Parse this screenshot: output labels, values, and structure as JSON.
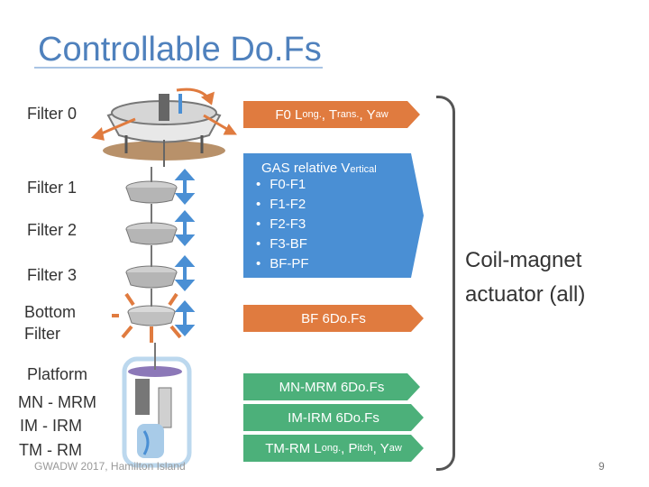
{
  "title": "Controllable Do.Fs",
  "labels": {
    "filter0": "Filter 0",
    "filter1": "Filter 1",
    "filter2": "Filter 2",
    "filter3": "Filter 3",
    "bottom1": "Bottom",
    "bottom2": "Filter",
    "platform": "Platform",
    "mn": "MN - MRM",
    "im": "IM - IRM",
    "tm": "TM - RM"
  },
  "arrows": {
    "f0": {
      "a": "F0 L",
      "a_sm": "ong.",
      "b": ", T",
      "b_sm": "rans.",
      "c": ", Y",
      "c_sm": "aw"
    },
    "gas_title": {
      "a": "GAS relative V",
      "a_sm": "ertical"
    },
    "gas_items": [
      "F0-F1",
      "F1-F2",
      "F2-F3",
      "F3-BF",
      "BF-PF"
    ],
    "bf": "BF 6Do.Fs",
    "mn": "MN-MRM 6Do.Fs",
    "im": "IM-IRM 6Do.Fs",
    "tm": {
      "a": "TM-RM L",
      "a_sm": "ong.",
      "b": ", P",
      "b_sm": "itch",
      "c": ", Y",
      "c_sm": "aw"
    }
  },
  "coil": {
    "line1": "Coil-magnet",
    "line2": "actuator (all)"
  },
  "footer": "GWADW 2017, Hamilton Island",
  "page_number": "9",
  "colors": {
    "title": "#4f81bd",
    "blue": "#4a8fd4",
    "orange": "#e07b3f",
    "green": "#4cb07a"
  }
}
